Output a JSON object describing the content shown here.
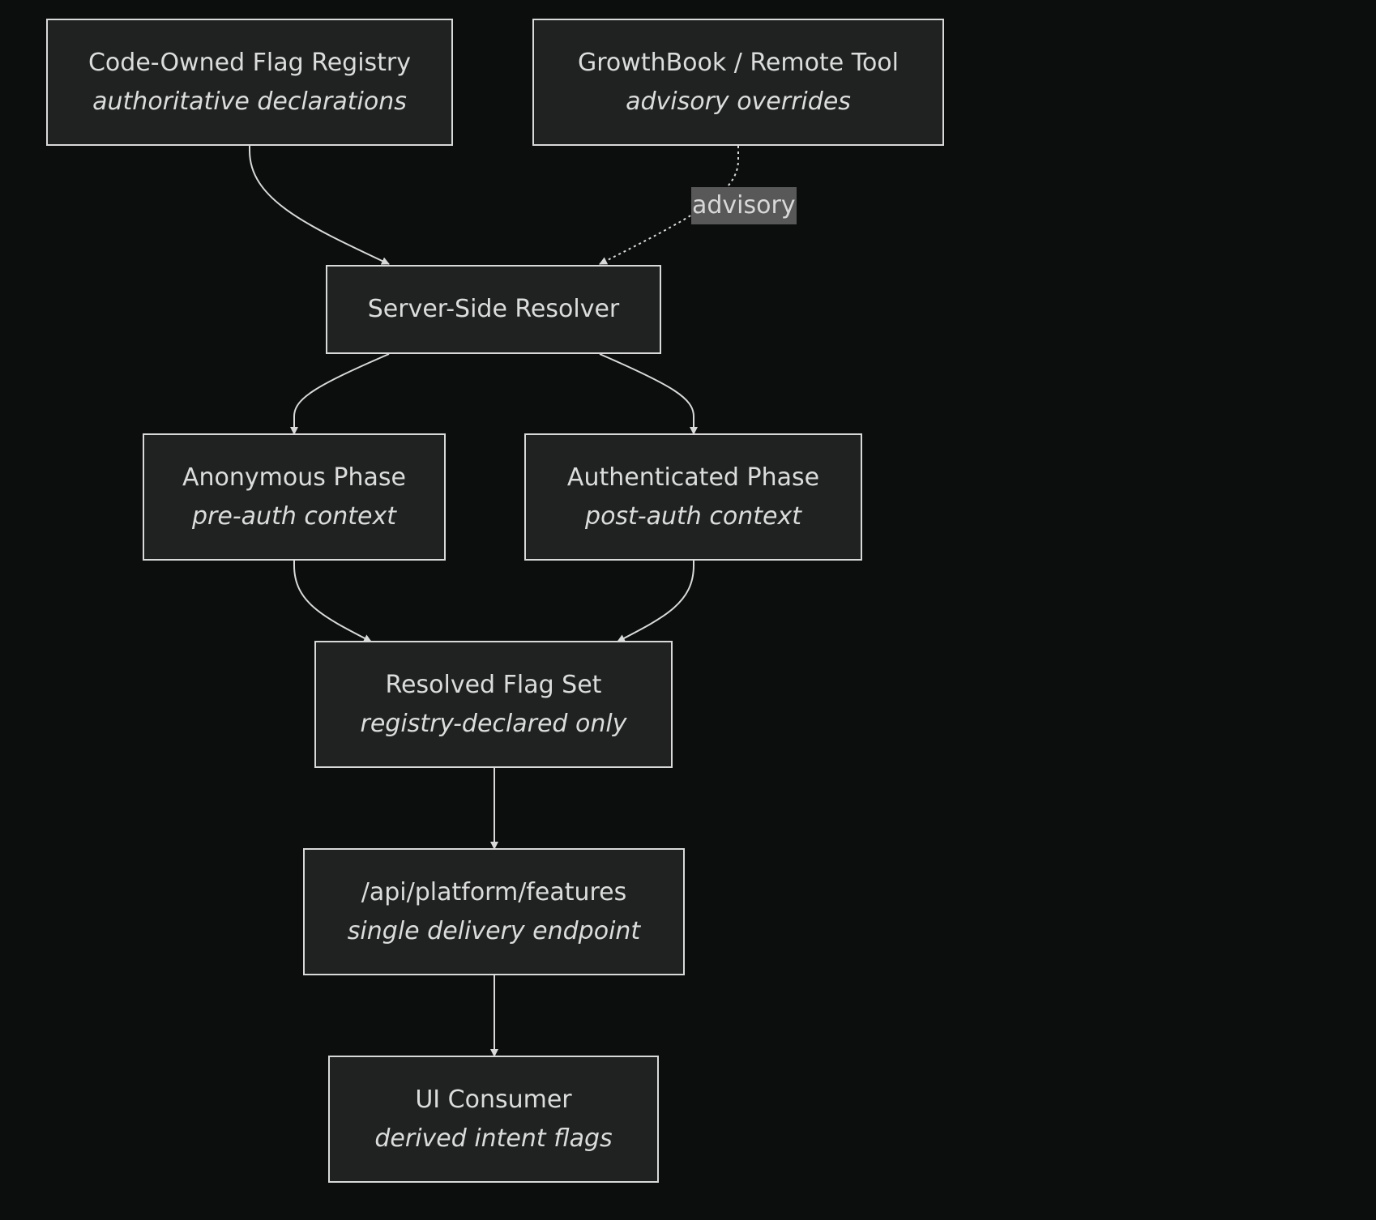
{
  "diagram": {
    "nodes": {
      "registry": {
        "title": "Code-Owned Flag Registry",
        "subtitle": "authoritative declarations"
      },
      "remote": {
        "title": "GrowthBook / Remote Tool",
        "subtitle": "advisory overrides"
      },
      "resolver": {
        "title": "Server-Side Resolver"
      },
      "anonymous": {
        "title": "Anonymous Phase",
        "subtitle": "pre-auth context"
      },
      "authenticated": {
        "title": "Authenticated Phase",
        "subtitle": "post-auth context"
      },
      "resolved": {
        "title": "Resolved Flag Set",
        "subtitle": "registry-declared only"
      },
      "endpoint": {
        "title": "/api/platform/features",
        "subtitle": "single delivery endpoint"
      },
      "consumer": {
        "title": "UI Consumer",
        "subtitle": "derived intent flags"
      }
    },
    "edges": [
      {
        "from": "registry",
        "to": "resolver",
        "style": "solid"
      },
      {
        "from": "remote",
        "to": "resolver",
        "style": "dotted",
        "label": "advisory"
      },
      {
        "from": "resolver",
        "to": "anonymous",
        "style": "solid"
      },
      {
        "from": "resolver",
        "to": "authenticated",
        "style": "solid"
      },
      {
        "from": "anonymous",
        "to": "resolved",
        "style": "solid"
      },
      {
        "from": "authenticated",
        "to": "resolved",
        "style": "solid"
      },
      {
        "from": "resolved",
        "to": "endpoint",
        "style": "solid"
      },
      {
        "from": "endpoint",
        "to": "consumer",
        "style": "solid"
      }
    ],
    "edge_labels": {
      "advisory": "advisory"
    },
    "colors": {
      "background": "#0c0d0d",
      "node_fill": "#202222",
      "node_border": "#d9d9d9",
      "text": "#dcdcdc",
      "edge": "#d9d9d9",
      "edge_label_bg": "#585858"
    }
  }
}
